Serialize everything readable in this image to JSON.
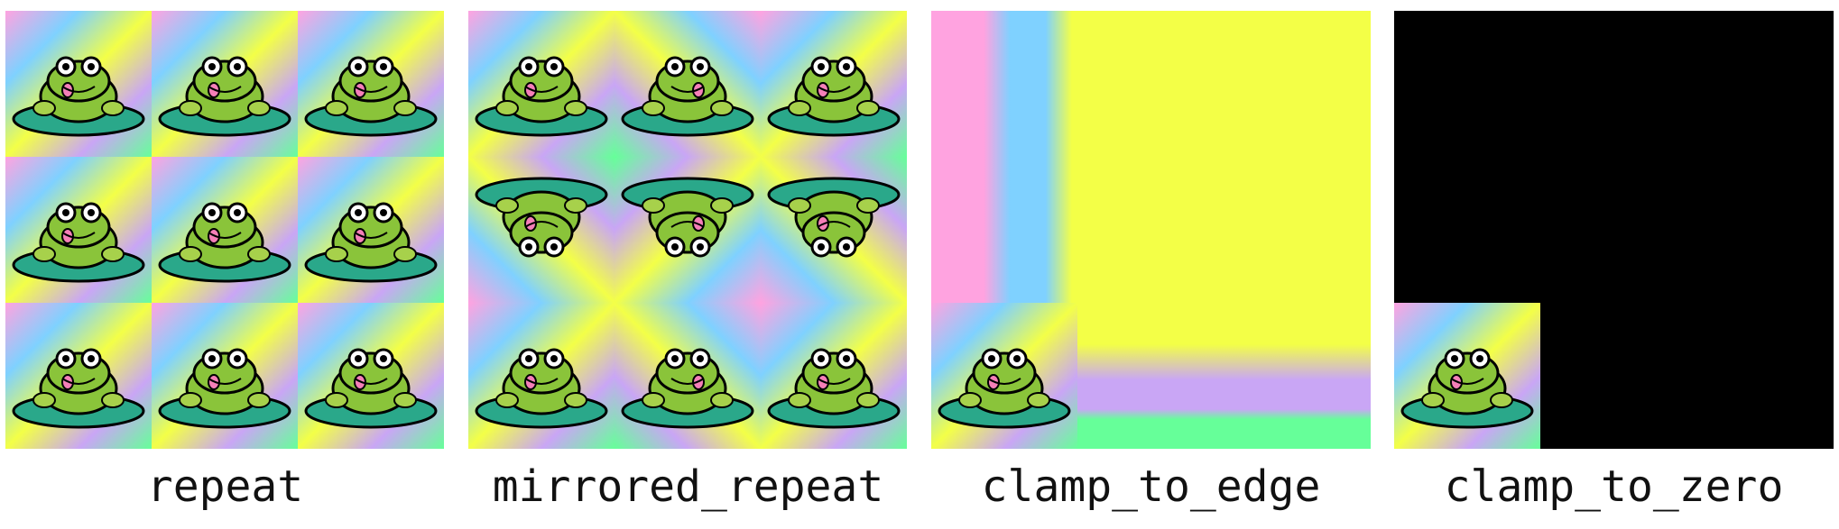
{
  "panels": [
    {
      "id": "repeat",
      "label": "repeat"
    },
    {
      "id": "mirrored",
      "label": "mirrored_repeat"
    },
    {
      "id": "edge",
      "label": "clamp_to_edge"
    },
    {
      "id": "zero",
      "label": "clamp_to_zero"
    }
  ],
  "colors": {
    "pink": "#ffa3e0",
    "blue": "#7fd1ff",
    "yellow": "#f3ff47",
    "lavender": "#c9a6f5",
    "green": "#66ff99",
    "black": "#000000",
    "frog": "#8ac43a",
    "lilypad": "#2aa88a"
  }
}
